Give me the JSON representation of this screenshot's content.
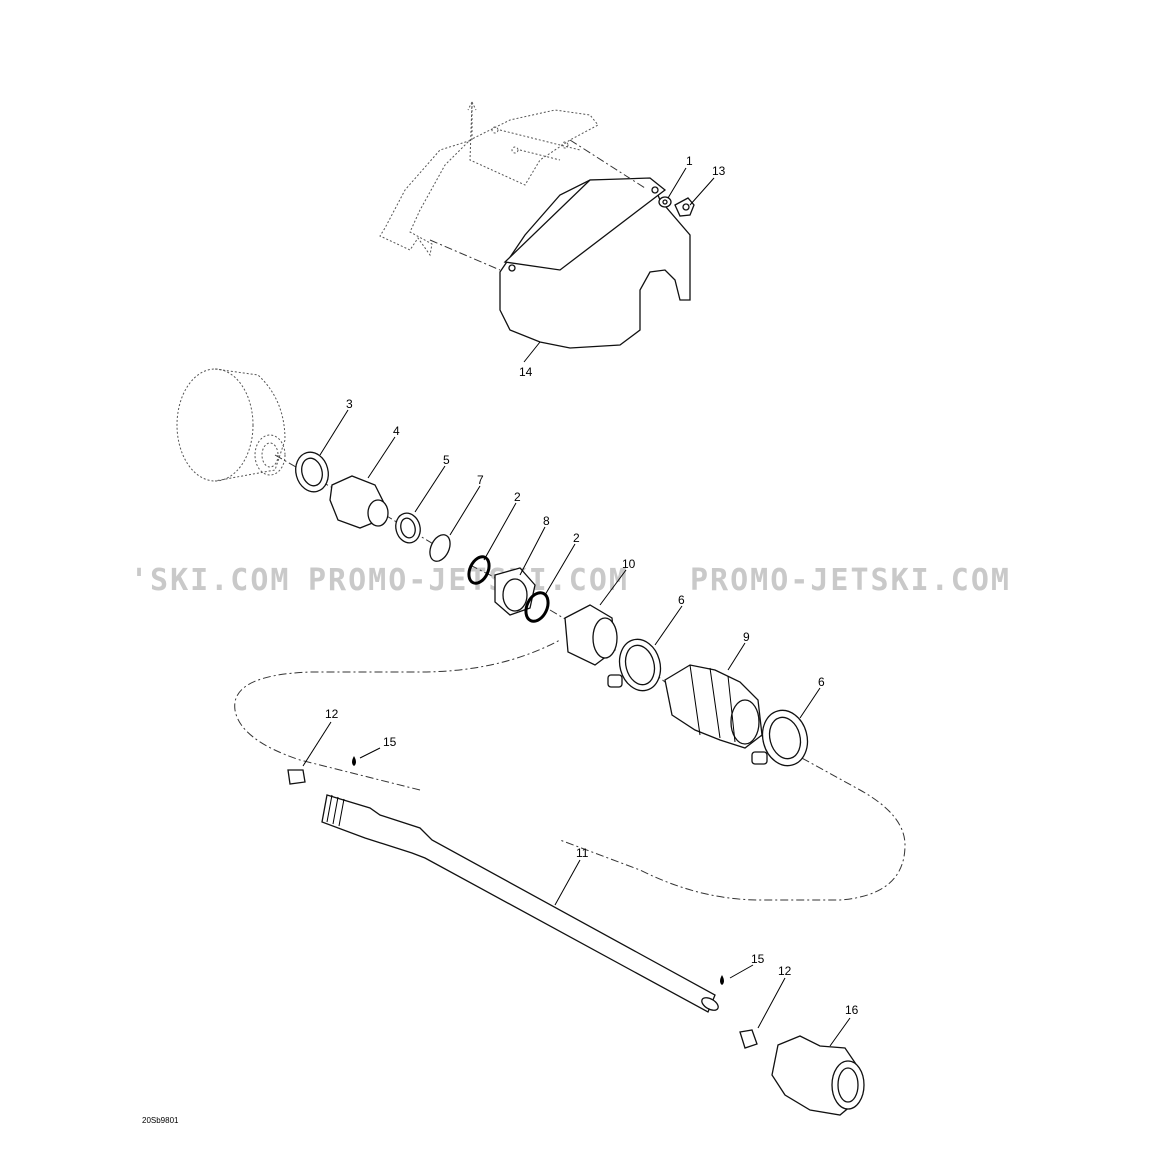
{
  "diagram": {
    "callouts": [
      {
        "id": "c1",
        "label": "1"
      },
      {
        "id": "c13",
        "label": "13"
      },
      {
        "id": "c14",
        "label": "14"
      },
      {
        "id": "c3",
        "label": "3"
      },
      {
        "id": "c4",
        "label": "4"
      },
      {
        "id": "c5",
        "label": "5"
      },
      {
        "id": "c7",
        "label": "7"
      },
      {
        "id": "c2a",
        "label": "2"
      },
      {
        "id": "c8",
        "label": "8"
      },
      {
        "id": "c2b",
        "label": "2"
      },
      {
        "id": "c10",
        "label": "10"
      },
      {
        "id": "c6a",
        "label": "6"
      },
      {
        "id": "c9",
        "label": "9"
      },
      {
        "id": "c6b",
        "label": "6"
      },
      {
        "id": "c12a",
        "label": "12"
      },
      {
        "id": "c15a",
        "label": "15"
      },
      {
        "id": "c11",
        "label": "11"
      },
      {
        "id": "c15b",
        "label": "15"
      },
      {
        "id": "c12b",
        "label": "12"
      },
      {
        "id": "c16",
        "label": "16"
      }
    ],
    "watermark": {
      "left": "'SKI.COM",
      "middle": "PROMO-JETSKI.COM",
      "right": "PROMO-JETSKI.COM"
    },
    "drawing_code": "20Sb9801"
  }
}
